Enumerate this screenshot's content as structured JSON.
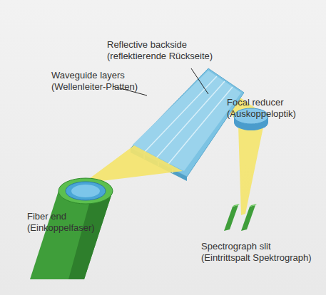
{
  "diagram": {
    "labels": [
      "Reflective backside",
      "(reflektierende Rückseite)",
      "Waveguide layers",
      "(Wellenleiter-Platten)",
      "Focal reducer",
      "(Auskoppeloptik)",
      "Fiber end",
      "(Einkoppelfaser)",
      "Spectrograph slit",
      "(Eintrittspalt Spektrograph)"
    ]
  }
}
